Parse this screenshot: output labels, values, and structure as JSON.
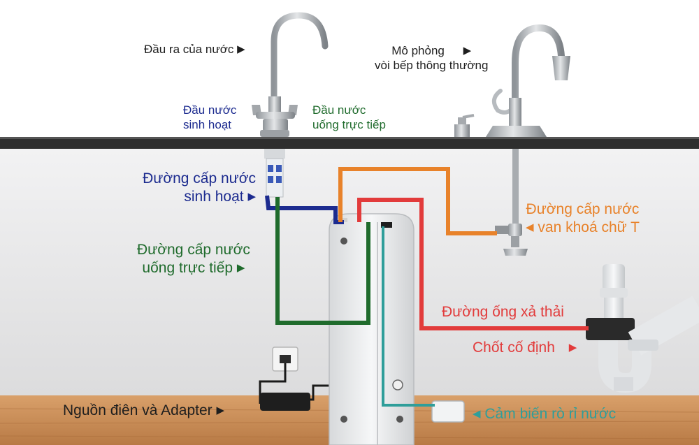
{
  "labels": {
    "water_outlet": "Đầu ra của nước",
    "kitchen_faucet_line1": "Mô phỏng",
    "kitchen_faucet_line2": "vòi bếp thông thường",
    "household_outlet_line1": "Đầu nước",
    "household_outlet_line2": "sinh hoạt",
    "drinking_outlet_line1": "Đầu nước",
    "drinking_outlet_line2": "uống trực tiếp",
    "household_supply_line1": "Đường cấp nước",
    "household_supply_line2": "sinh hoạt",
    "drinking_supply_line1": "Đường cấp nước",
    "drinking_supply_line2": "uống trực tiếp",
    "tvalve_supply_line1": "Đường cấp nước",
    "tvalve_supply_line2": "van khoá chữ T",
    "drain_pipe": "Đường ống xả thải",
    "fixed_clamp": "Chốt cố định",
    "power_adapter": "Nguồn điên và Adapter",
    "leak_sensor": "Cảm biến rò rỉ nước"
  },
  "icons": {
    "arrow_right": "▶",
    "arrow_left": "◀"
  },
  "colors": {
    "household_line": "#1c2b8f",
    "drinking_line": "#1f6b2c",
    "tvalve_line": "#e8822a",
    "drain_line": "#e23b3b",
    "sensor_line": "#2f9e9a",
    "counter": "#2e2e2e",
    "wall": "#e9e9ea",
    "floor": "#c98a52"
  }
}
